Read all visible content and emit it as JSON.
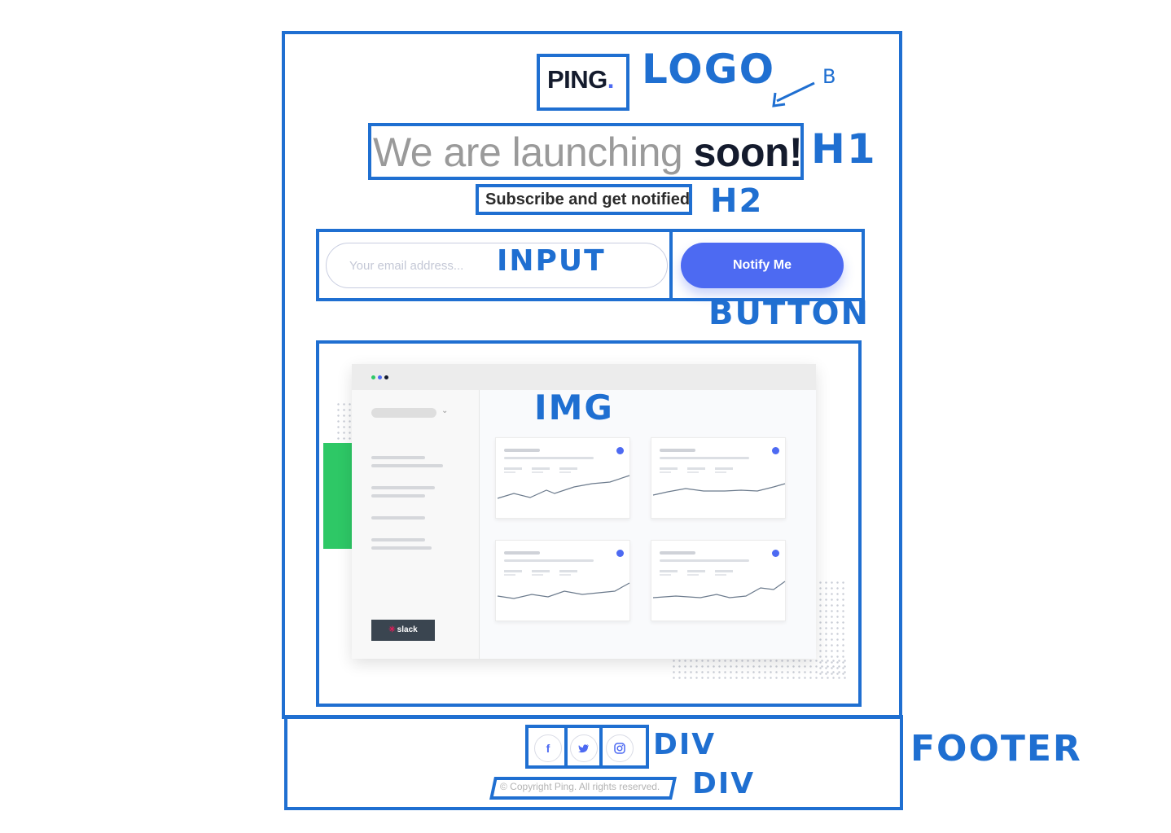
{
  "logo": {
    "text": "PING",
    "dot": "."
  },
  "headline": {
    "light": "We are launching",
    "bold": "soon!"
  },
  "subheading": "Subscribe and get notified",
  "email_input": {
    "placeholder": "Your email address..."
  },
  "notify_button": {
    "label": "Notify Me"
  },
  "illustration": {
    "slack_label": "slack"
  },
  "footer": {
    "social": [
      {
        "icon": "facebook-icon",
        "glyph": "f"
      },
      {
        "icon": "twitter-icon",
        "glyph": "t"
      },
      {
        "icon": "instagram-icon",
        "glyph": ""
      }
    ],
    "copyright": "© Copyright Ping. All rights reserved."
  },
  "annotations": {
    "logo": "LOGO",
    "b": "B",
    "h1": "H1",
    "h2": "H2",
    "input": "INPUT",
    "button": "BUTTON",
    "img": "IMG",
    "div_social": "DIV",
    "div_copyright": "DIV",
    "footer": "FOOTER"
  },
  "colors": {
    "annotation": "#1f6fd1",
    "accent": "#4d6af2",
    "green": "#2ec866",
    "dark": "#141b2d"
  }
}
